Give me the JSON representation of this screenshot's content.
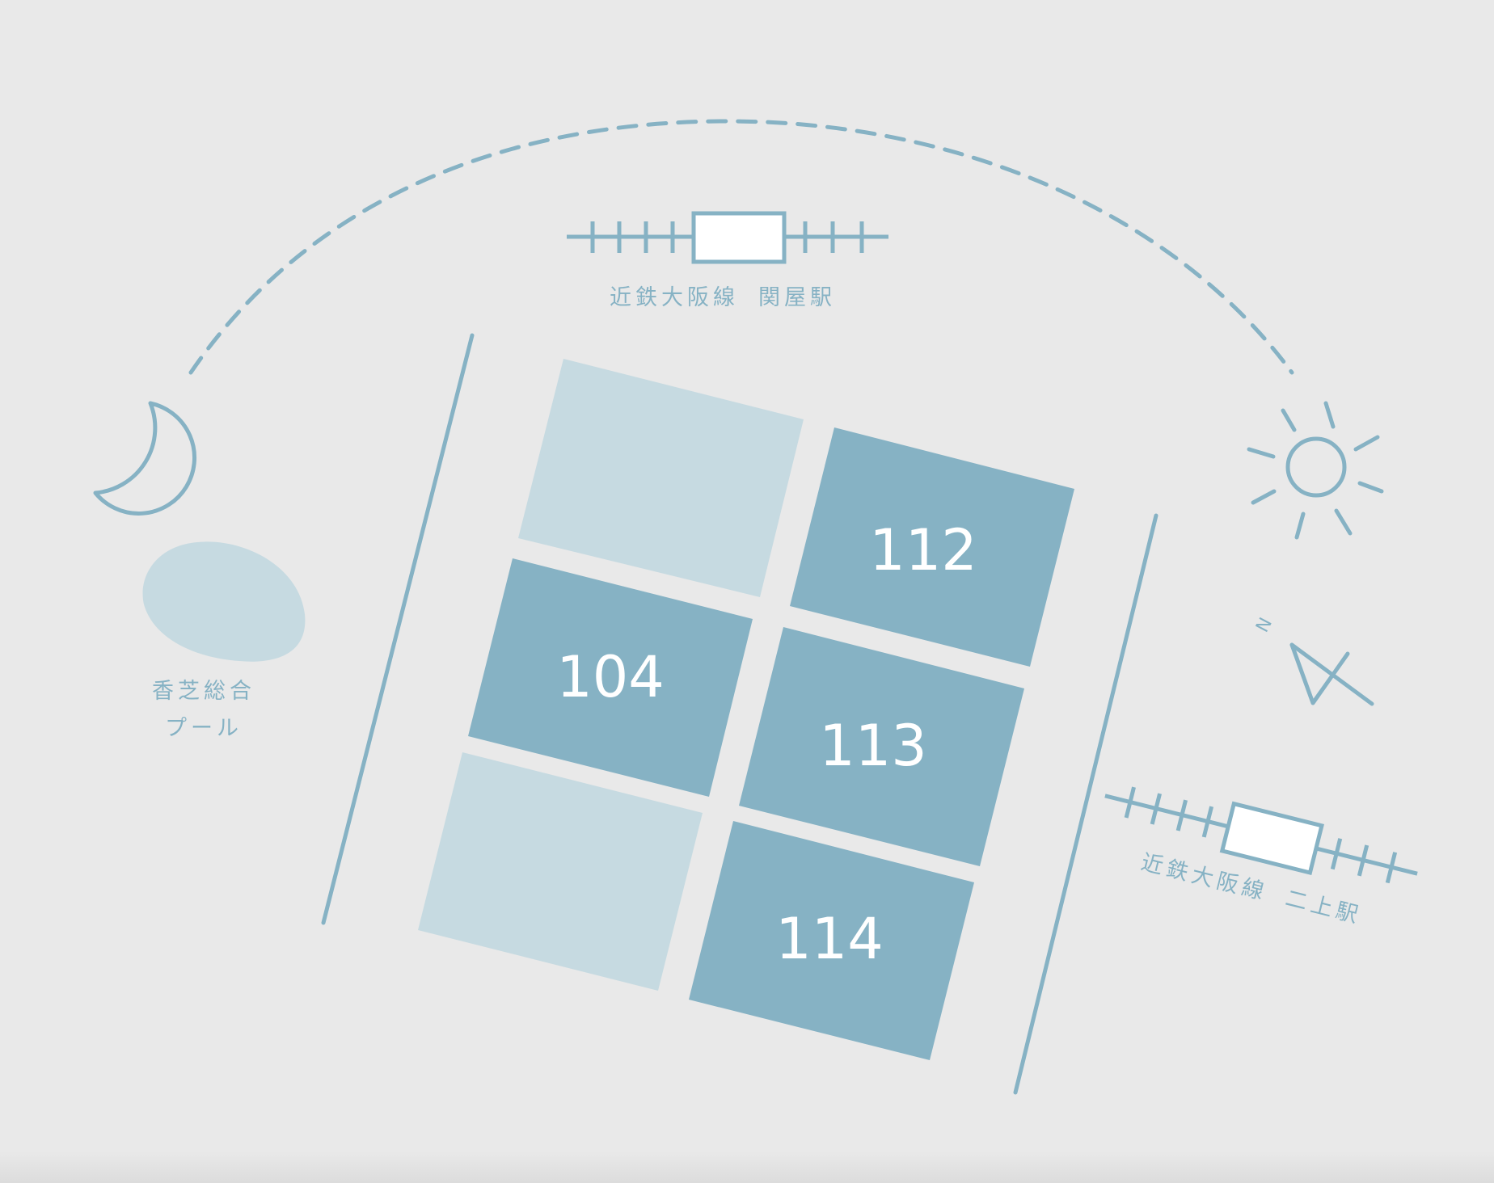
{
  "colors": {
    "background": "#e9e9e9",
    "accent": "#86b2c4",
    "accent_light": "#c6dae1",
    "line": "#86b2c4",
    "text_on_block": "#ffffff",
    "station_fill": "#ffffff"
  },
  "stations": {
    "top": {
      "line": "近鉄大阪線",
      "name": "関屋駅"
    },
    "right": {
      "line": "近鉄大阪線",
      "name": "二上駅"
    }
  },
  "landmark": {
    "line1": "香芝総合",
    "line2": "プール"
  },
  "compass": {
    "letter": "N"
  },
  "lots": [
    {
      "number": "",
      "status": "unavailable"
    },
    {
      "number": "112",
      "status": "available"
    },
    {
      "number": "104",
      "status": "available"
    },
    {
      "number": "113",
      "status": "available"
    },
    {
      "number": "",
      "status": "unavailable"
    },
    {
      "number": "114",
      "status": "available"
    }
  ],
  "icons": {
    "moon": "moon-icon",
    "sun": "sun-icon",
    "north": "north-arrow-icon",
    "pool": "pool-shape",
    "station": "station-icon"
  }
}
